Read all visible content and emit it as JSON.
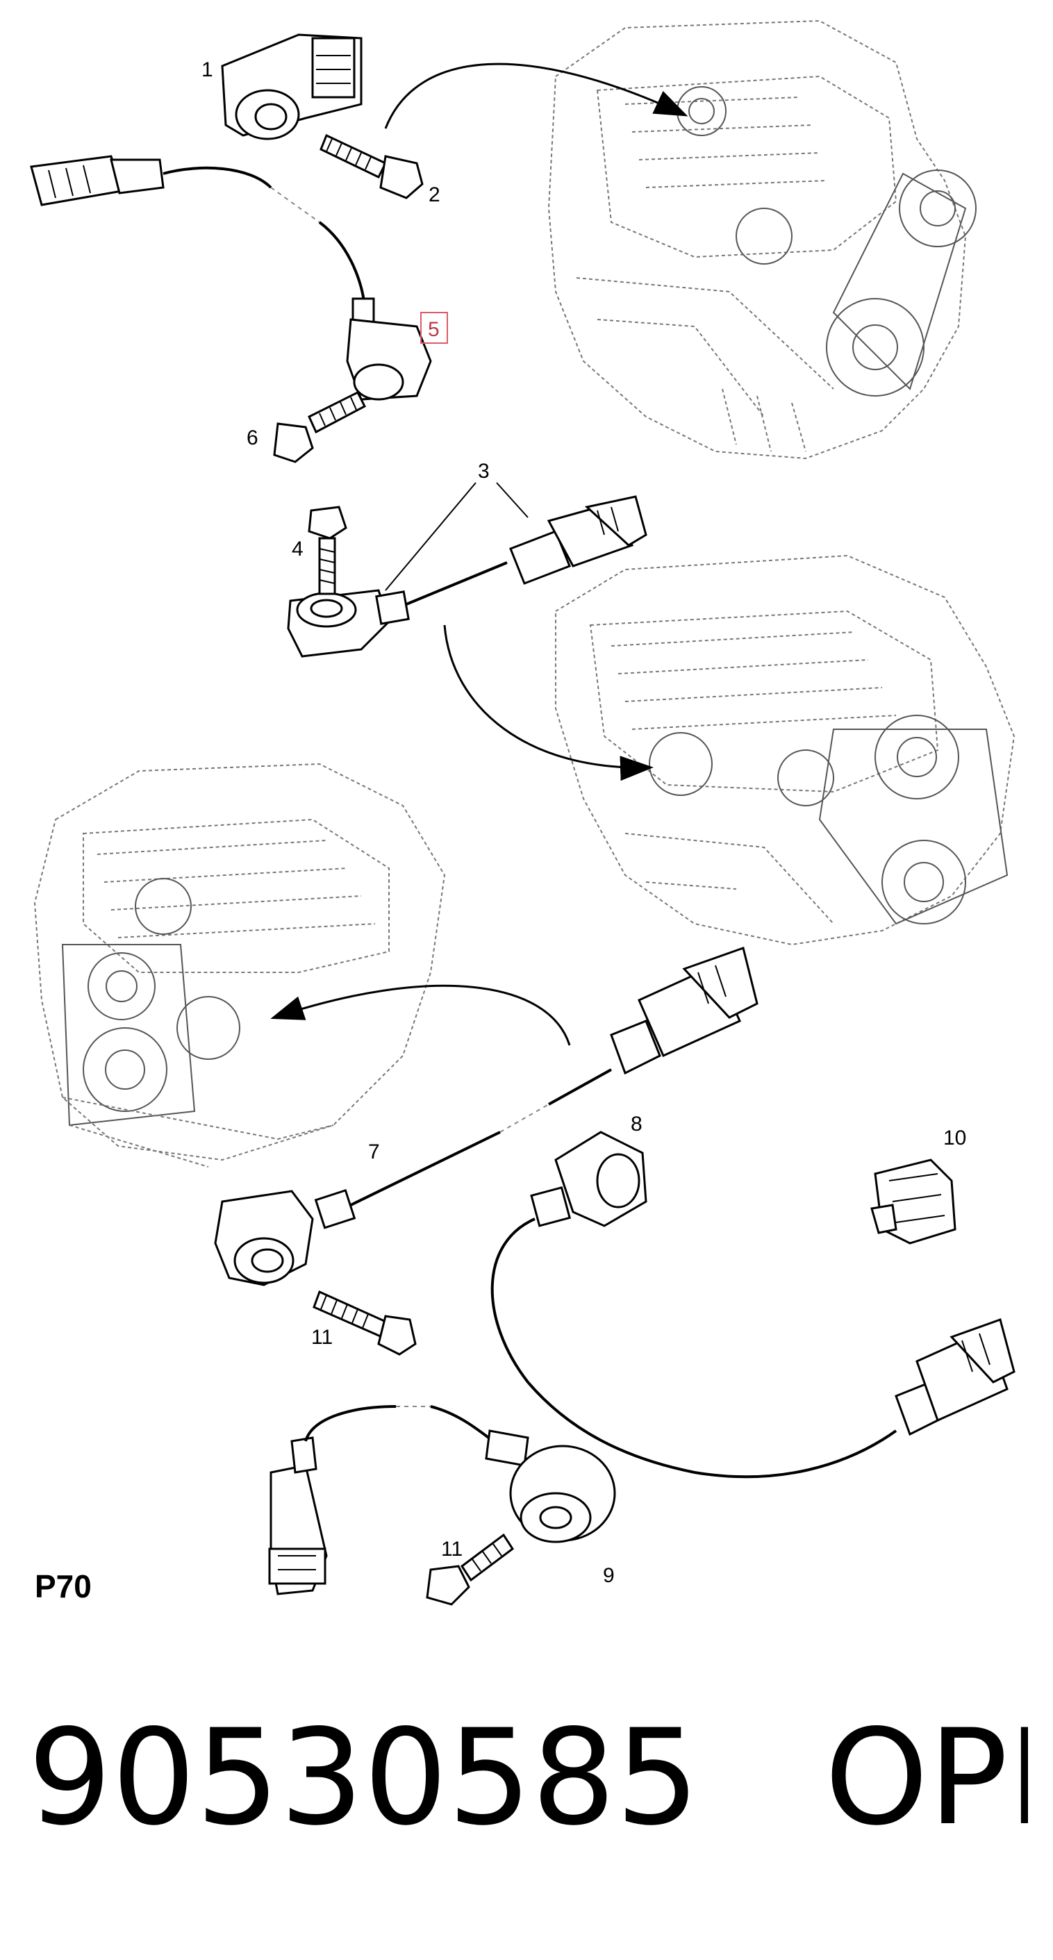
{
  "callouts": {
    "c1": "1",
    "c2": "2",
    "c3": "3",
    "c4": "4",
    "c5": "5",
    "c6": "6",
    "c7": "7",
    "c8": "8",
    "c9": "9",
    "c10": "10",
    "c11a": "11",
    "c11b": "11"
  },
  "page_label": "P70",
  "footer": {
    "part_number": "90530585",
    "brand": "OPEL"
  },
  "colors": {
    "highlight_box": "#e05a66",
    "highlight_text": "#c0394a"
  }
}
